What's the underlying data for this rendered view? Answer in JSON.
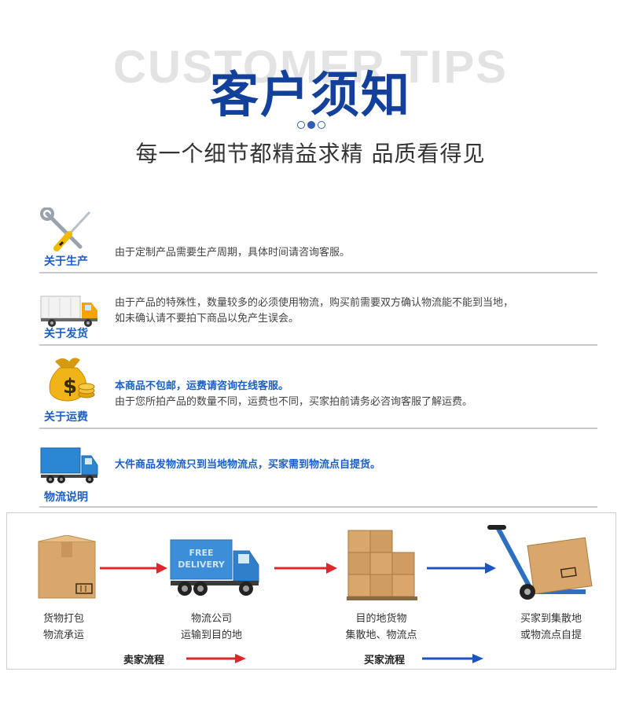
{
  "header": {
    "background_title": "CUSTOMER TIPS",
    "title": "客户须知",
    "subtitle": "每一个细节都精益求精 品质看得见"
  },
  "tips": [
    {
      "icon": "tools-icon",
      "label": "关于生产",
      "lines": [
        "由于定制产品需要生产周期，具体时间请咨询客服。"
      ]
    },
    {
      "icon": "delivery-truck-icon",
      "label": "关于发货",
      "lines": [
        "由于产品的特殊性，数量较多的必须使用物流，购买前需要双方确认物流能不能到当地，",
        "如未确认请不要拍下商品以免产生误会。"
      ]
    },
    {
      "icon": "money-bag-icon",
      "label": "关于运费",
      "emphasis": "本商品不包邮，运费请咨询在线客服。",
      "lines": [
        "由于您所拍产品的数量不同，运费也不同，买家拍前请务必咨询客服了解运费。"
      ]
    },
    {
      "icon": "cargo-truck-icon",
      "label": "物流说明",
      "emphasis": "大件商品发物流只到当地物流点，买家需到物流点自提货。"
    }
  ],
  "flow": {
    "truck_text": [
      "FREE",
      "DELIVERY"
    ],
    "steps": [
      {
        "icon": "package-box-icon",
        "lines": [
          "货物打包",
          "物流承运"
        ]
      },
      {
        "icon": "free-delivery-truck-icon",
        "lines": [
          "物流公司",
          "运输到目的地"
        ]
      },
      {
        "icon": "box-stack-icon",
        "lines": [
          "目的地货物",
          "集散地、物流点"
        ]
      },
      {
        "icon": "hand-truck-icon",
        "lines": [
          "买家到集散地",
          "或物流点自提"
        ]
      }
    ],
    "legend": [
      {
        "label": "卖家流程",
        "color": "#e0262b"
      },
      {
        "label": "买家流程",
        "color": "#1b55c4"
      }
    ],
    "colors": {
      "seller": "#e0262b",
      "buyer": "#1b55c4"
    }
  }
}
